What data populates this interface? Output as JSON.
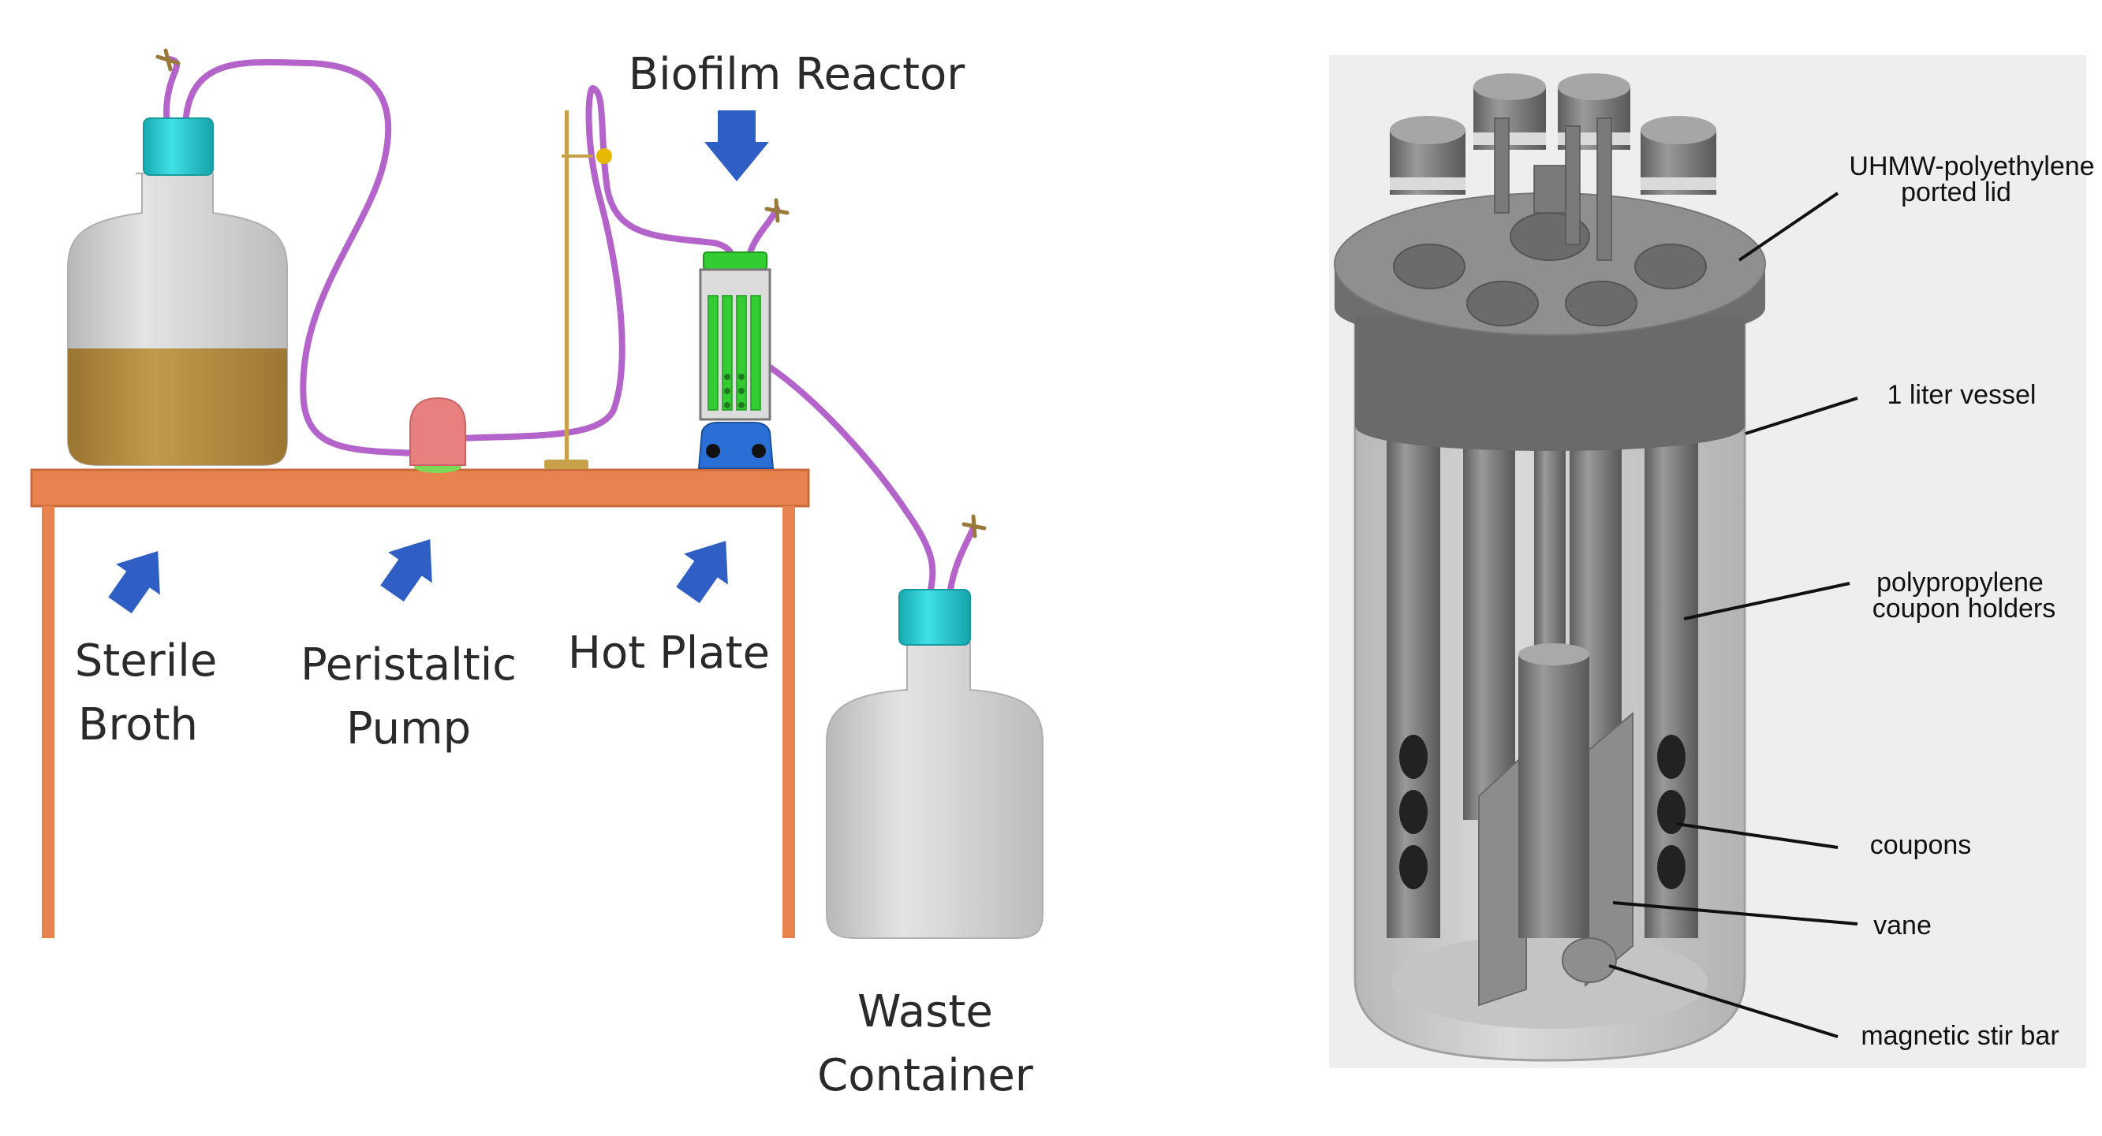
{
  "left_panel": {
    "labels": {
      "biofilm_reactor": "Biofilm Reactor",
      "sterile_broth": [
        "Sterile",
        "Broth"
      ],
      "peristaltic_pump": [
        "Peristaltic",
        "Pump"
      ],
      "hot_plate": "Hot Plate",
      "waste_container": [
        "Waste",
        "Container"
      ]
    },
    "colors": {
      "table": "#e8834f",
      "tubing": "#b363c9",
      "cap": "#27c6cc",
      "bottle": "#d3d3d3",
      "broth": "#b08a3e",
      "arrow": "#2f5fc4",
      "pump": "#e88080",
      "reactor_green": "#33cc33",
      "hot_plate": "#2a6fd6"
    }
  },
  "right_panel": {
    "labels": {
      "lid": [
        "UHMW-polyethylene",
        "ported lid"
      ],
      "vessel": "1 liter vessel",
      "holders": [
        "polypropylene",
        "coupon holders"
      ],
      "coupons": "coupons",
      "vane": "vane",
      "stir_bar": "magnetic stir bar"
    },
    "colors": {
      "background": "#eeeeee",
      "metal": "#8a8a8a",
      "glass": "#c9c9c9"
    }
  }
}
